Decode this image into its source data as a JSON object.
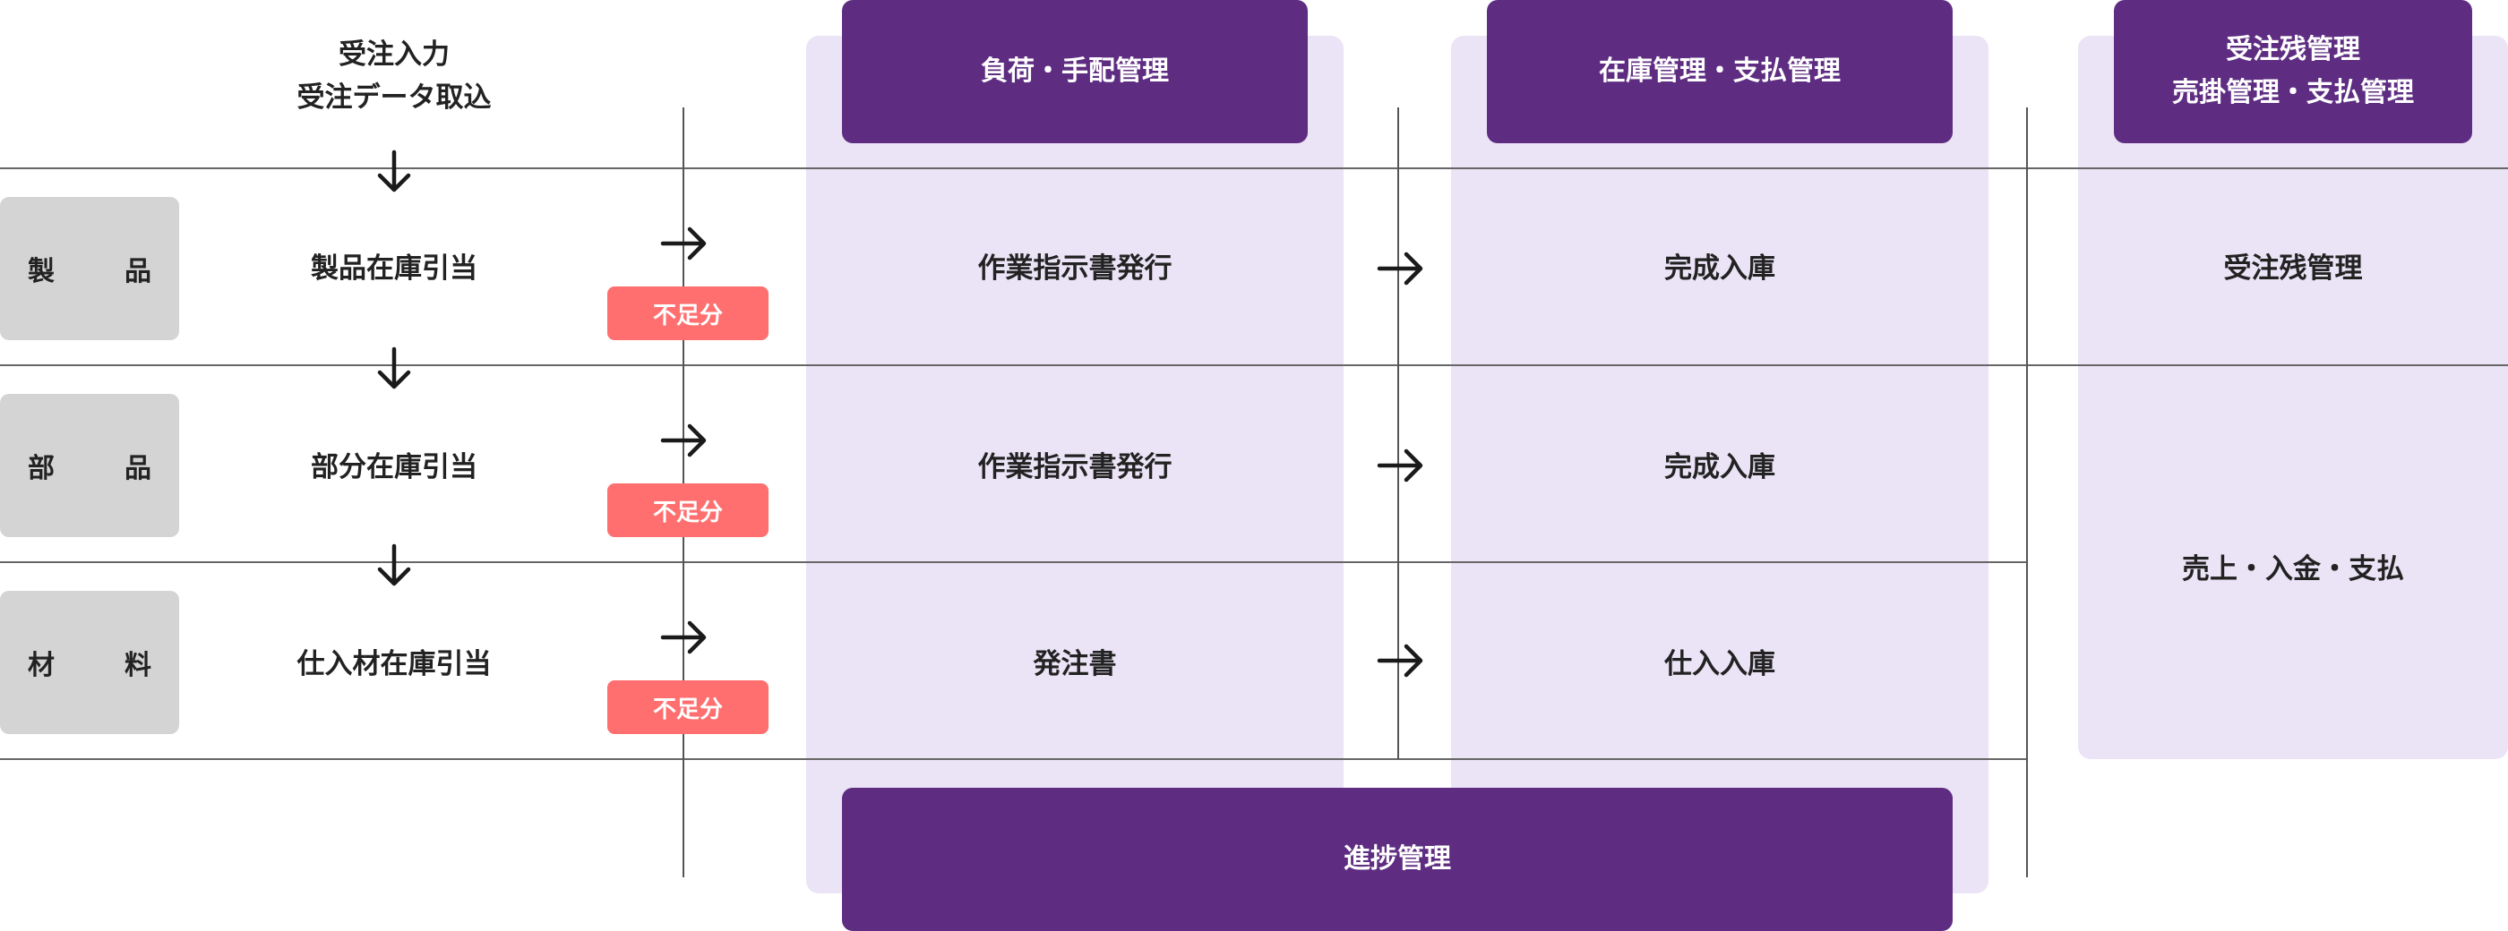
{
  "headers": {
    "input_line1": "受注入力",
    "input_line2": "受注データ取込",
    "load_arrangement": "負荷・手配管理",
    "inventory_payment": "在庫管理・支払管理",
    "backlog_line1": "受注残管理",
    "backlog_line2": "売掛管理・支払管理",
    "progress": "進捗管理"
  },
  "categories": {
    "product": "製　品",
    "part": "部　品",
    "material": "材　料"
  },
  "allocation": {
    "product": "製品在庫引当",
    "part": "部分在庫引当",
    "material": "仕入材在庫引当"
  },
  "shortage_label": "不足分",
  "orders": {
    "product": "作業指示書発行",
    "part": "作業指示書発行",
    "material": "発注書"
  },
  "receipts": {
    "product": "完成入庫",
    "part": "完成入庫",
    "material": "仕入入庫"
  },
  "backlog": {
    "order_backlog": "受注残管理",
    "sales_payment": "売上・入金・支払"
  },
  "colors": {
    "header_purple": "#5e2d82",
    "panel_lavender": "#ebe3f6",
    "shortage_red": "#ff6f6f",
    "category_gray": "#d4d4d4"
  }
}
